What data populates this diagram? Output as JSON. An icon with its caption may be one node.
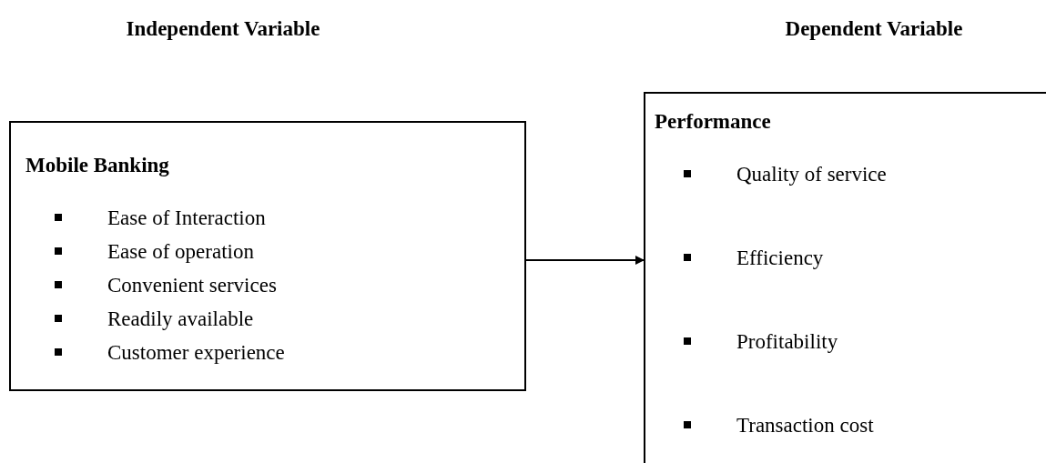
{
  "diagram": {
    "nodes": [
      {
        "text": [
          "Mobile Banking",
          "Ease of Interaction",
          "Ease of operation",
          "Convenient services",
          "Readily available",
          "Customer experience"
        ]
      },
      {
        "text": [
          "Performance",
          "Quality of service",
          "Efficiency",
          "Profitability",
          "Transaction cost"
        ]
      }
    ],
    "edges": [
      {
        "from": 0,
        "to": 1,
        "arrow": "to"
      }
    ],
    "labels": [
      "Independent Variable",
      "Dependent Variable"
    ]
  }
}
